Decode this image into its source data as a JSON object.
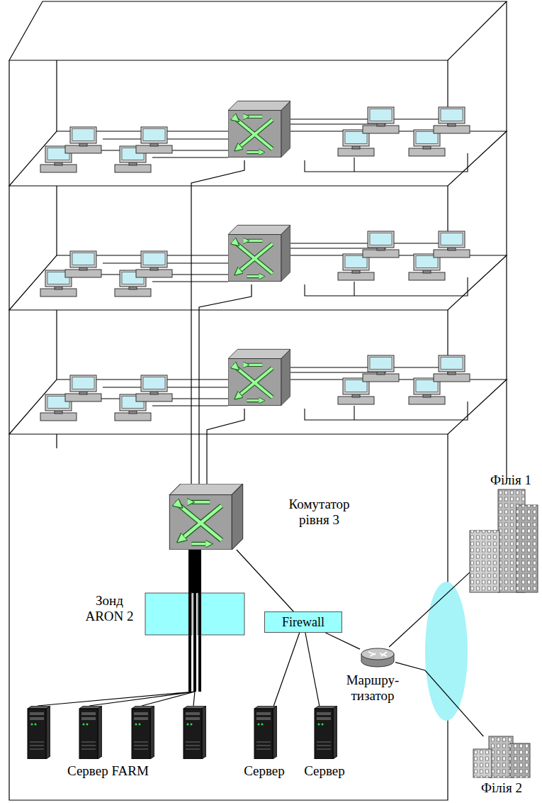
{
  "diagram": {
    "nodes": [
      {
        "text": [
          "Комутатор рівня 3"
        ]
      },
      {
        "text": [
          "Зонд ARON 2"
        ]
      },
      {
        "text": [
          "Firewall"
        ]
      },
      {
        "text": [
          "Маршру- тизатор"
        ]
      },
      {
        "text": [
          "Сервер"
        ]
      },
      {
        "text": [
          "Сервер"
        ]
      },
      {
        "text": [
          "Філія 1"
        ]
      },
      {
        "text": [
          "Філія 2"
        ]
      }
    ],
    "edges": [
      {
        "from": 0,
        "to": 1,
        "arrow": "none"
      },
      {
        "from": 0,
        "to": 2,
        "arrow": "none"
      },
      {
        "from": 2,
        "to": 3,
        "arrow": "none"
      },
      {
        "from": 2,
        "to": 4,
        "arrow": "none"
      },
      {
        "from": 2,
        "to": 5,
        "arrow": "none"
      },
      {
        "from": 3,
        "to": 6,
        "arrow": "none"
      },
      {
        "from": 3,
        "to": 7,
        "arrow": "none"
      }
    ],
    "labels": [
      "Сервер FARM"
    ]
  }
}
